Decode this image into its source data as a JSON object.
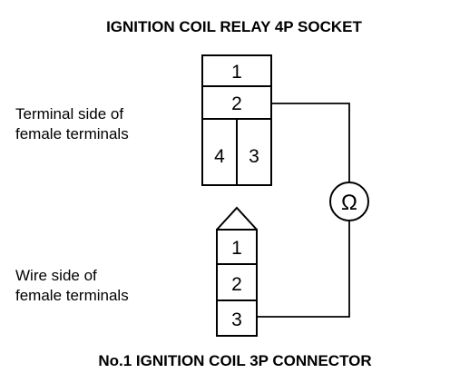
{
  "titles": {
    "socket": "IGNITION COIL RELAY 4P SOCKET",
    "connector": "No.1 IGNITION COIL 3P CONNECTOR"
  },
  "socket": {
    "side_label_line1": "Terminal side of",
    "side_label_line2": "female terminals",
    "pins": [
      "1",
      "2",
      "4",
      "3"
    ]
  },
  "connector": {
    "side_label_line1": "Wire side of",
    "side_label_line2": "female terminals",
    "pins": [
      "1",
      "2",
      "3"
    ]
  },
  "meter": {
    "symbol": "Ω",
    "name": "ohmmeter-icon"
  }
}
